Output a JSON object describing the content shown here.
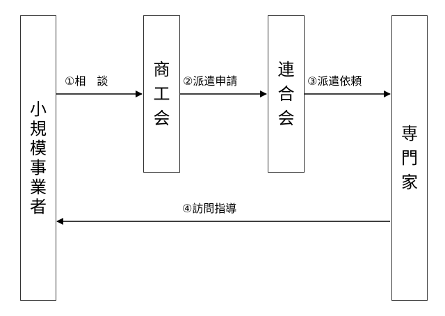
{
  "boxes": {
    "small_business": "小規模事業者",
    "chamber": "商工会",
    "federation": "連合会",
    "expert": "専門家"
  },
  "arrows": {
    "consultation": "①相　談",
    "dispatch_request": "②派遣申請",
    "dispatch_commission": "③派遣依頼",
    "visit_guidance": "④訪問指導"
  }
}
